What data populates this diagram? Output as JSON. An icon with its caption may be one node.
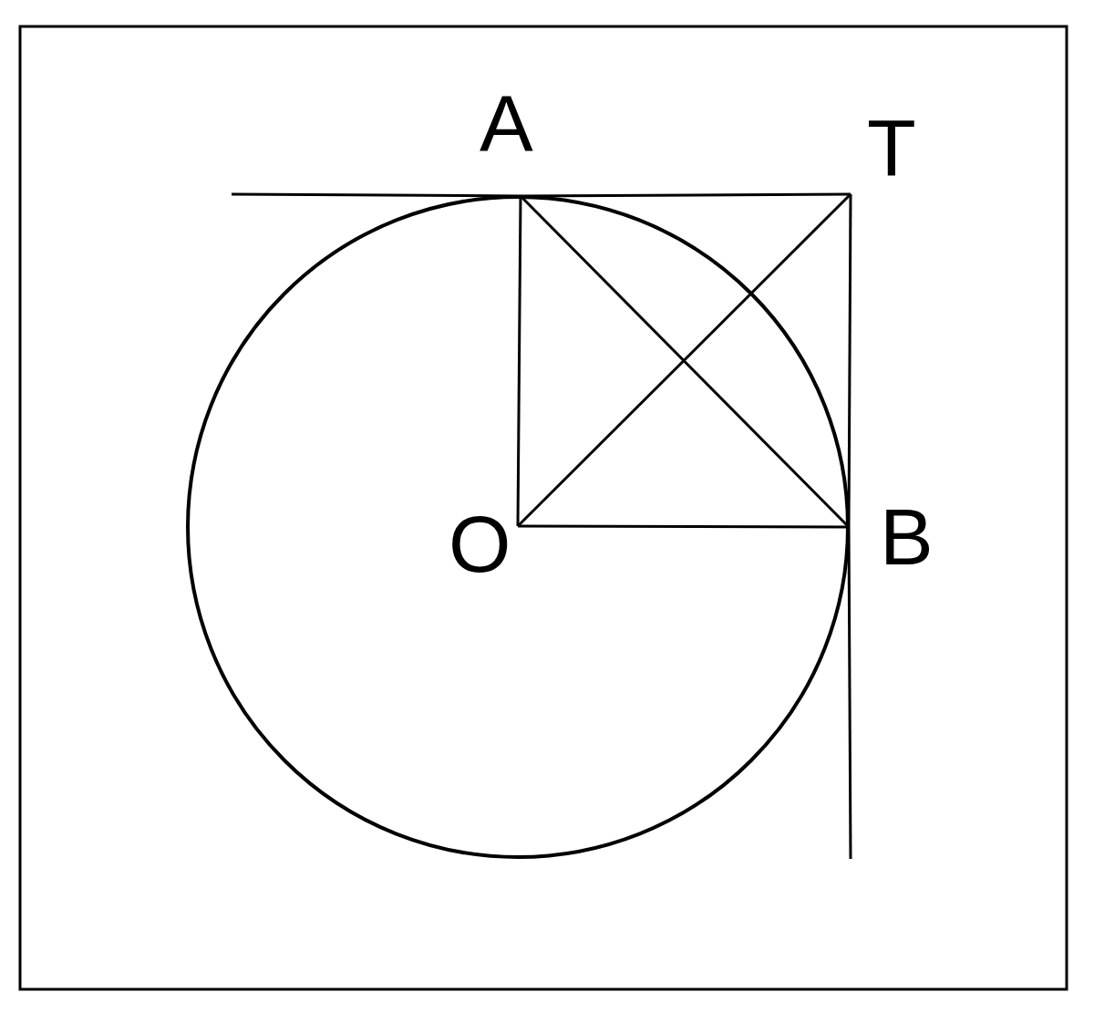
{
  "diagram": {
    "nodes": [
      {
        "text": [
          "A"
        ]
      },
      {
        "text": [
          "T"
        ]
      },
      {
        "text": [
          "O"
        ]
      },
      {
        "text": [
          "B"
        ]
      }
    ],
    "edges": [
      {
        "from": null,
        "to": 0,
        "arrow": "none"
      },
      {
        "from": 0,
        "to": 1,
        "arrow": "none"
      },
      {
        "from": 1,
        "to": 3,
        "arrow": "none"
      },
      {
        "from": 3,
        "to": null,
        "arrow": "none"
      },
      {
        "from": 2,
        "to": 0,
        "arrow": "none"
      },
      {
        "from": 2,
        "to": 3,
        "arrow": "none"
      },
      {
        "from": 2,
        "to": 1,
        "arrow": "none"
      },
      {
        "from": 0,
        "to": 3,
        "arrow": "none"
      }
    ]
  }
}
